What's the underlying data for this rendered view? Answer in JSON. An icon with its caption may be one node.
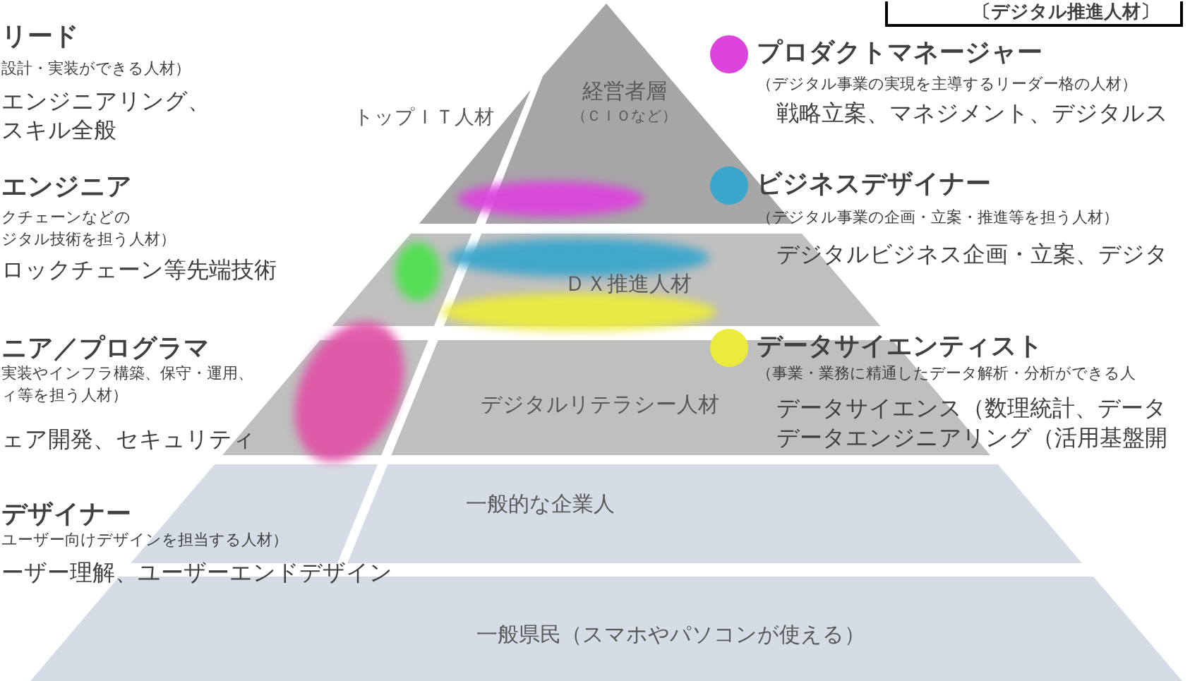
{
  "diagram": {
    "nodes": [
      {
        "text": [
          "経営者層",
          "（ＣＩＯなど）"
        ]
      },
      {
        "text": [
          "トップＩＴ人材"
        ]
      },
      {
        "text": [
          "ＤＸ推進人材"
        ]
      },
      {
        "text": [
          "デジタルリテラシー人材"
        ]
      },
      {
        "text": [
          "一般的な企業人"
        ]
      },
      {
        "text": [
          "一般県民（スマホやパソコンが使える）"
        ]
      }
    ],
    "edges": [],
    "labels": [
      "〔デジタル推進人材〕",
      "リード",
      "設計・実装ができる人材）",
      "エンジニアリング、",
      "スキル全般",
      "エンジニア",
      "クチェーンなどの",
      "ジタル技術を担う人材）",
      "ロックチェーン等先端技術",
      "ニア／プログラマ",
      "実装やインフラ構築、保守・運用、",
      "ィ等を担う人材）",
      "ェア開発、セキュリティ",
      "デザイナー",
      "ユーザー向けデザインを担当する人材）",
      "ーザー理解、ユーザーエンドデザイン",
      "（デジタル事業の実現を主導するリーダー格の人材）",
      "戦略立案、マネジメント、デジタルス",
      "（デジタル事業の企画・立案・推進等を担う人材）",
      "デジタルビジネス企画・立案、デジタ",
      "（事業・業務に精通したデータ解析・分析ができる人",
      "データサイエンス（数理統計、データ",
      "データエンジニアリング（活用基盤開"
    ],
    "legend": [
      {
        "text": "プロダクトマネージャー",
        "color": "#dd44dd"
      },
      {
        "text": "ビジネスデザイナー",
        "color": "#3ba6cc"
      },
      {
        "text": "データサイエンティスト",
        "color": "#ebeb3c"
      }
    ]
  }
}
